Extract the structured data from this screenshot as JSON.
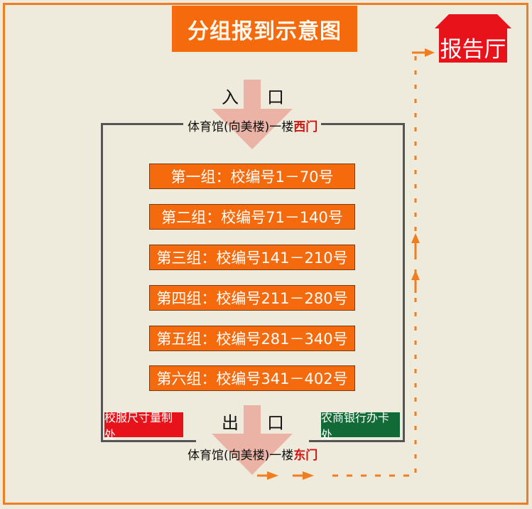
{
  "title": "分组报到示意图",
  "destination": "报告厅",
  "entrance": {
    "char1": "入",
    "char2": "口",
    "location": "体育馆(向美楼)一楼",
    "door": "西门"
  },
  "exit": {
    "char1": "出",
    "char2": "口",
    "location": "体育馆(向美楼)一楼",
    "door": "东门"
  },
  "groups": [
    "第一组：校编号1－70号",
    "第二组：校编号71－140号",
    "第三组：校编号141－210号",
    "第四组：校编号211－280号",
    "第五组：校编号281－340号",
    "第六组：校编号341－402号"
  ],
  "stations": {
    "left": "校服尺寸量制处",
    "right": "农商银行办卡处"
  },
  "colors": {
    "orange": "#f46a0c",
    "border": "#ef7d22",
    "red": "#e8131a",
    "green": "#126b36",
    "arrow": "#ebb3a6"
  }
}
